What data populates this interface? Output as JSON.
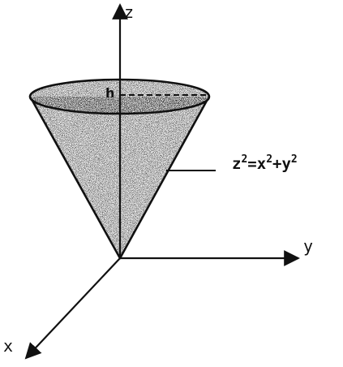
{
  "axes": {
    "x_label": "x",
    "y_label": "y",
    "z_label": "z"
  },
  "cone": {
    "height_label": "h",
    "equation": {
      "z": "z",
      "eq": "=",
      "x": "x",
      "plus": "+",
      "y": "y",
      "power": "2"
    }
  },
  "colors": {
    "ink": "#111111",
    "shading": "#9a9a9a",
    "background": "#ffffff"
  }
}
